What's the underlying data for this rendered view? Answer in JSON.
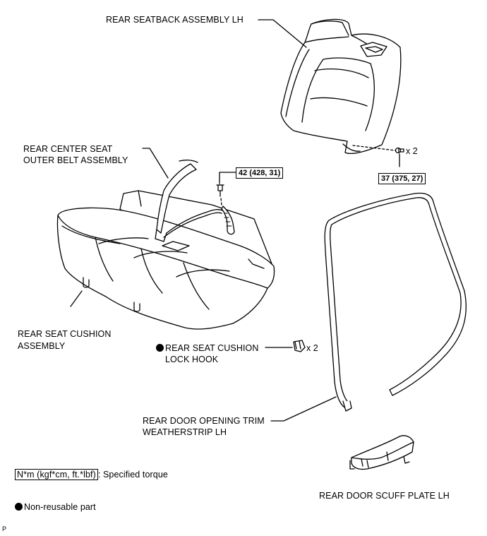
{
  "labels": {
    "seatback": "REAR SEATBACK ASSEMBLY LH",
    "center_belt_1": "REAR CENTER SEAT",
    "center_belt_2": "OUTER BELT ASSEMBLY",
    "cushion_1": "REAR SEAT CUSHION",
    "cushion_2": "ASSEMBLY",
    "lock_hook_1": "REAR SEAT CUSHION",
    "lock_hook_2": "LOCK HOOK",
    "weatherstrip_1": "REAR DOOR OPENING TRIM",
    "weatherstrip_2": "WEATHERSTRIP LH",
    "scuff_plate": "REAR DOOR SCUFF PLATE LH"
  },
  "torques": {
    "belt_bolt": "42 (428, 31)",
    "seatback_bolt": "37 (375, 27)"
  },
  "quantities": {
    "seatback_bolt": "x 2",
    "lock_hook": "x 2"
  },
  "legend": {
    "torque_units": "N*m (kgf*cm, ft.*lbf)",
    "torque_desc": ": Specified torque",
    "non_reusable": "Non-reusable part"
  },
  "corner_mark": "P"
}
